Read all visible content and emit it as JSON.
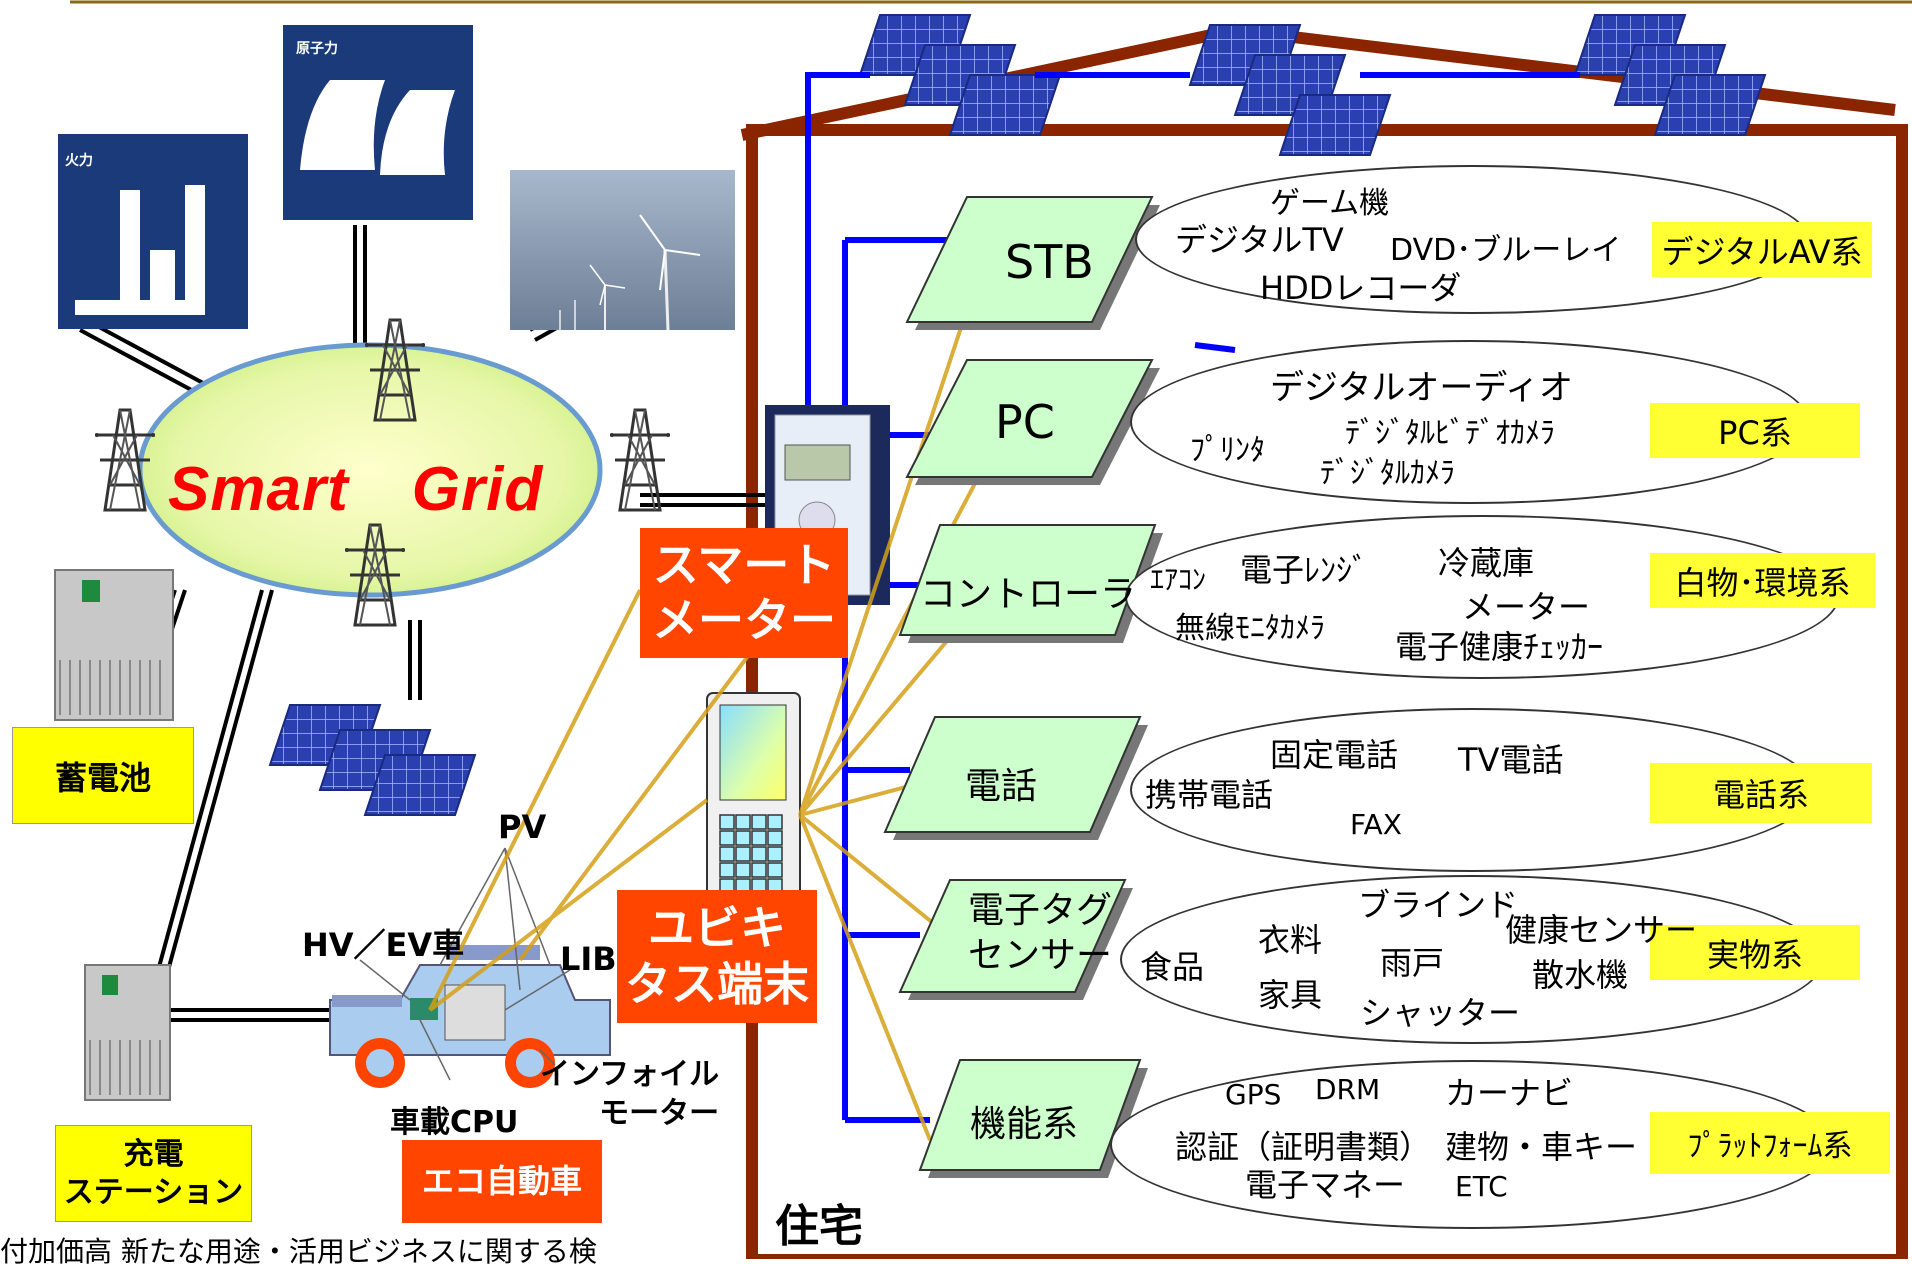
{
  "grid": {
    "title": "Smart　Grid"
  },
  "plants": {
    "thermal": "火力",
    "nuclear": "原子力"
  },
  "labels": {
    "battery": "蓄電池",
    "charging_station": "充電\nステーション",
    "smart_meter": "スマート\nメーター",
    "ubiquitous": "ユビキ\nタス端末",
    "eco_car": "エコ自動車",
    "house": "住宅",
    "pv": "PV",
    "hv_ev": "HV／EV車",
    "lib": "LIB",
    "car_cpu": "車載CPU",
    "in_wheel": "インフォイル\nモーター",
    "footer_text": "付加価高 新たな用途・活用ビジネスに関する検"
  },
  "devices": [
    {
      "name": "STB",
      "category": "デジタルAV系",
      "items": [
        "ゲーム機",
        "デジタルTV",
        "DVD･ブルーレイ",
        "HDDレコーダ"
      ]
    },
    {
      "name": "PC",
      "category": "PC系",
      "items": [
        "デジタルオーディオ",
        "ﾌﾟﾘﾝﾀ",
        "ﾃﾞｼﾞﾀﾙﾋﾞﾃﾞｵｶﾒﾗ",
        "ﾃﾞｼﾞﾀﾙｶﾒﾗ"
      ]
    },
    {
      "name": "コントローラ",
      "category": "白物･環境系",
      "items": [
        "ｴｱｺﾝ",
        "電子ﾚﾝｼﾞ",
        "冷蔵庫",
        "メーター",
        "無線ﾓﾆﾀｶﾒﾗ",
        "電子健康ﾁｪｯｶｰ"
      ]
    },
    {
      "name": "電話",
      "category": "電話系",
      "items": [
        "固定電話",
        "TV電話",
        "携帯電話",
        "FAX"
      ]
    },
    {
      "name": "電子タグ\nセンサー",
      "category": "実物系",
      "items": [
        "ブラインド",
        "衣料",
        "健康センサー",
        "食品",
        "雨戸",
        "散水機",
        "家具",
        "シャッター"
      ]
    },
    {
      "name": "機能系",
      "category": "ﾌﾟﾗｯﾄﾌｫｰﾑ系",
      "items": [
        "GPS",
        "DRM",
        "カーナビ",
        "認証（証明書類）",
        "建物・車キー",
        "電子マネー",
        "ETC"
      ]
    }
  ],
  "colors": {
    "house": "#8b2500",
    "bus": "#0000ff",
    "device": "#ccffcc",
    "label_red": "#ff4500",
    "label_yellow": "#ffff00"
  }
}
